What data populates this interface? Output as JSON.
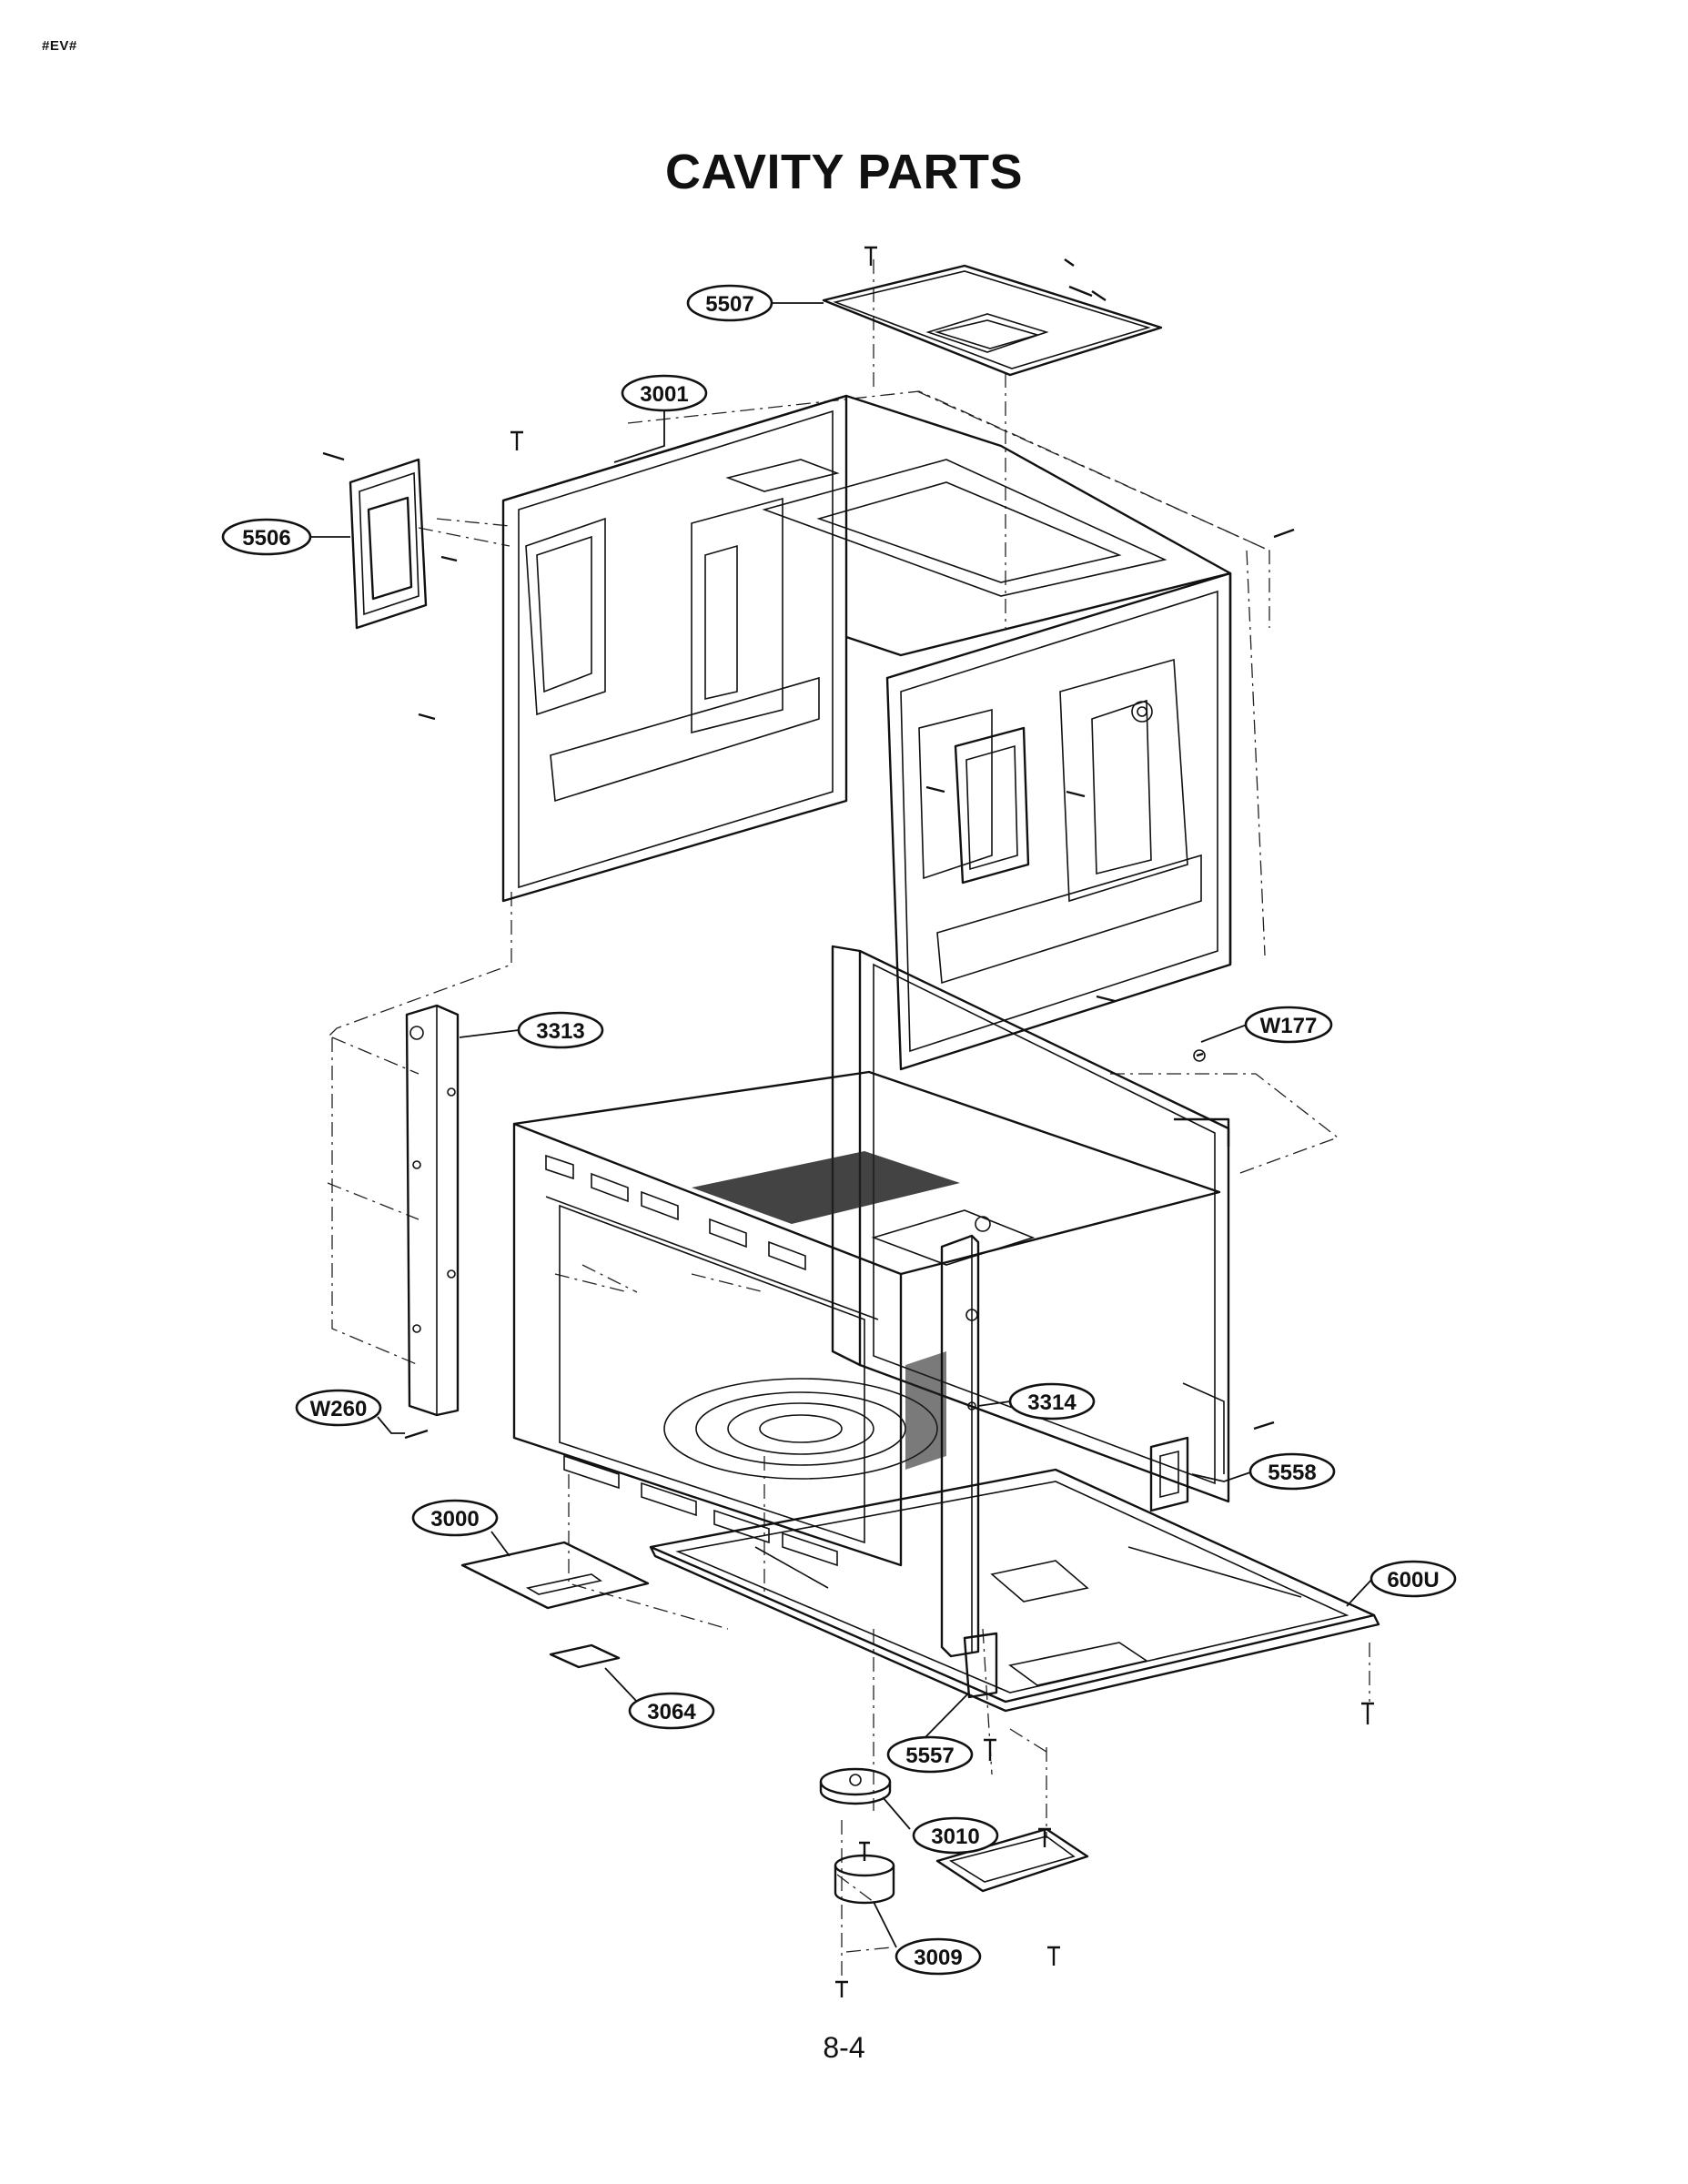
{
  "page": {
    "tag": "#EV#",
    "title": "CAVITY PARTS",
    "page_number": "8-4"
  },
  "callouts": [
    {
      "label": "5507"
    },
    {
      "label": "3001"
    },
    {
      "label": "5506"
    },
    {
      "label": "3313"
    },
    {
      "label": "W177"
    },
    {
      "label": "W260"
    },
    {
      "label": "3314"
    },
    {
      "label": "5558"
    },
    {
      "label": "3000"
    },
    {
      "label": "600U"
    },
    {
      "label": "3064"
    },
    {
      "label": "5557"
    },
    {
      "label": "3010"
    },
    {
      "label": "3009"
    }
  ]
}
